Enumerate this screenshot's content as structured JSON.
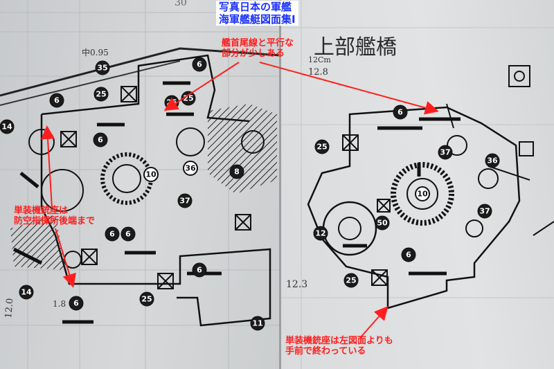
{
  "title_lines": [
    "写真日本の軍艦",
    "海軍艦艇図面集Ⅰ"
  ],
  "annotations": {
    "top": [
      "艦首尾線と平行な",
      "部分が少しある"
    ],
    "left": [
      "単装機銃座は",
      "防空指揮所後端まで"
    ],
    "right": [
      "単装機銃座は左図面よりも",
      "手前で終わっている"
    ]
  },
  "drawing_heading": "上部艦橋",
  "page_number": "30",
  "handwritten_notes": [
    "中0.95",
    "12.0",
    "1.8",
    "12.3",
    "12.8",
    "12Cm"
  ],
  "left_badges": [
    "35",
    "6",
    "25",
    "6",
    "25",
    "6",
    "14",
    "10",
    "36",
    "8",
    "37",
    "6",
    "6",
    "6",
    "25",
    "14",
    "6",
    "11",
    "25"
  ],
  "right_badges": [
    "6",
    "25",
    "37",
    "36",
    "10",
    "37",
    "12",
    "50",
    "6",
    "25"
  ],
  "colors": {
    "annotation": "#ff1e1e",
    "title": "#1a32ff",
    "badge": "#1b1b1b",
    "paper": "#d8dadb"
  }
}
